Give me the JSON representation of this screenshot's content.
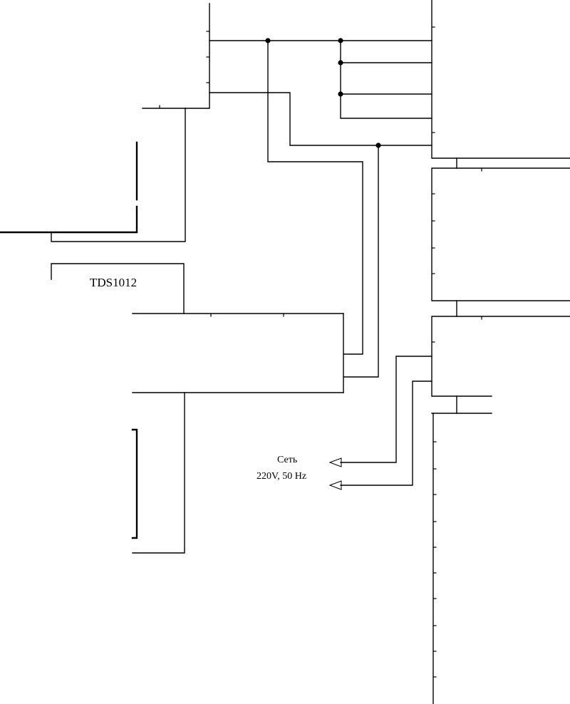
{
  "diagram": {
    "scope_label": "TDS1012",
    "mains_label_line1": "Сеть",
    "mains_label_line2": "220V, 50 Hz",
    "line_color": "#000000",
    "background": "#ffffff"
  }
}
